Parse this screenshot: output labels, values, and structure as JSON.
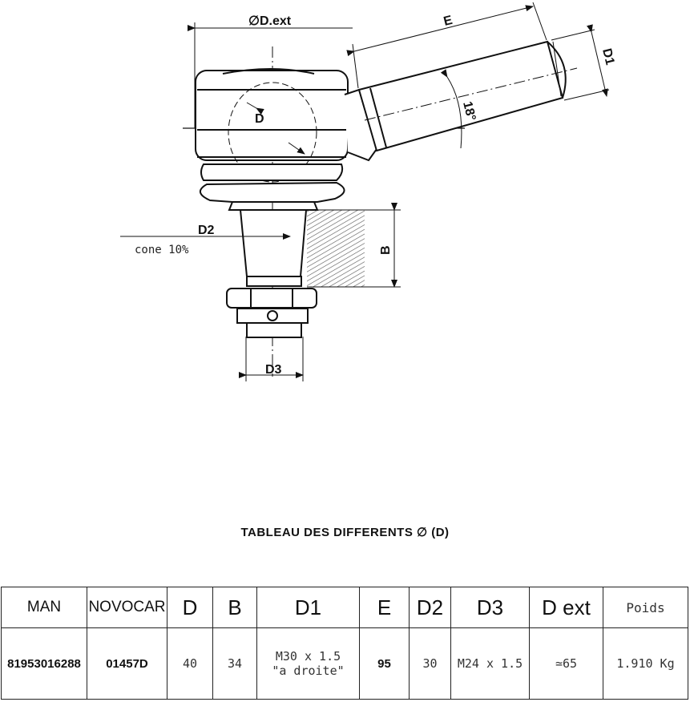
{
  "drawing": {
    "labels": {
      "d_ext": "∅D.ext",
      "e": "E",
      "d1": "D1",
      "d": "D",
      "angle": "18°",
      "d2": "D2",
      "cone": "cone 10%",
      "b": "B",
      "d3": "D3"
    }
  },
  "table_title": "TABLEAU DES DIFFERENTS  ∅ (D)",
  "table": {
    "headers": [
      "MAN",
      "NOVOCAR",
      "D",
      "B",
      "D1",
      "E",
      "D2",
      "D3",
      "D ext",
      "Poids"
    ],
    "row": {
      "man": "81953016288",
      "novocar": "01457D",
      "d": "40",
      "b": "34",
      "d1_line1": "M30 x 1.5",
      "d1_line2": "\"a droite\"",
      "e": "95",
      "d2": "30",
      "d3": "M24 x 1.5",
      "d_ext": "≃65",
      "poids": "1.910 Kg"
    }
  }
}
